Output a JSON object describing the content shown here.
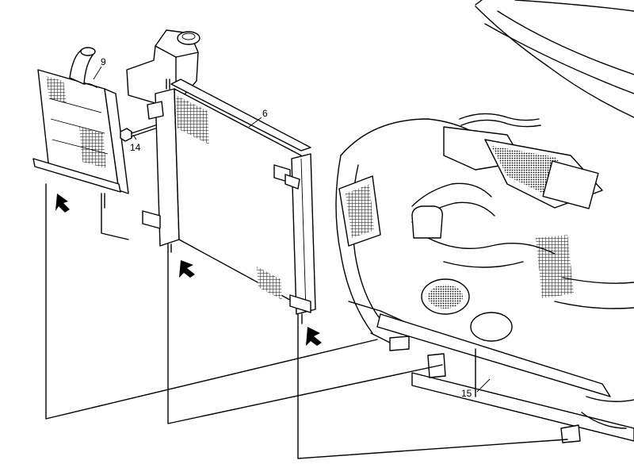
{
  "diagram": {
    "callouts": [
      {
        "id": "9",
        "label": "9"
      },
      {
        "id": "6",
        "label": "6"
      },
      {
        "id": "14",
        "label": "14"
      },
      {
        "id": "15",
        "label": "15"
      }
    ]
  }
}
